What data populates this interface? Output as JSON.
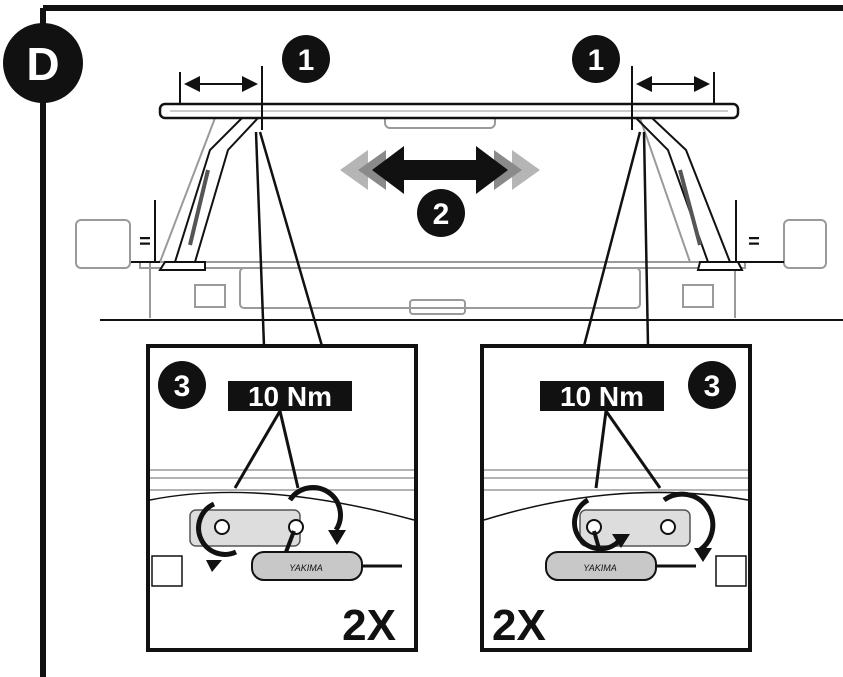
{
  "step": {
    "letter": "D"
  },
  "callouts": {
    "adjust": "1",
    "slide": "2",
    "tighten": "3"
  },
  "torque": {
    "value": "10 Nm"
  },
  "repeat": {
    "count": "2X"
  },
  "equal_mark": "=",
  "brand": "YAKIMA",
  "colors": {
    "ink": "#111111",
    "arrow_gray": "#8a8a8a",
    "arrow_light": "#b5b5b5",
    "line_gray": "#9a9a9a",
    "paper": "#ffffff"
  }
}
